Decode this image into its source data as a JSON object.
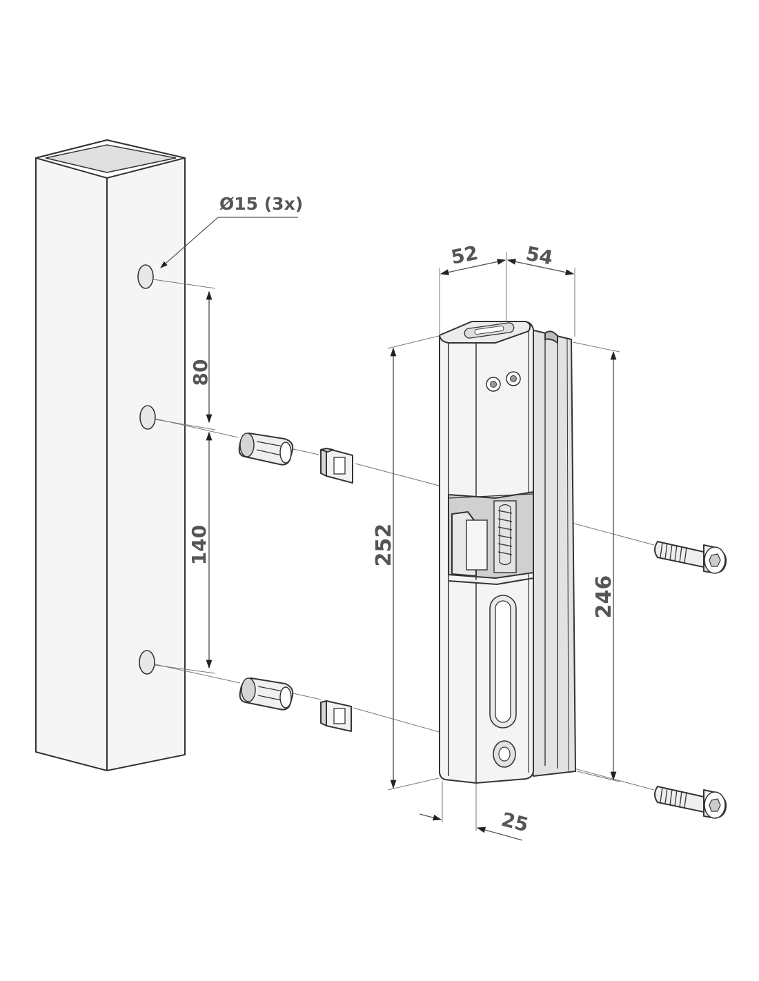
{
  "dimensions": {
    "hole_diameter": "Ø15 (3x)",
    "hole_spacing_upper": "80",
    "hole_spacing_lower": "140",
    "total_height_front": "252",
    "total_height_side": "246",
    "width_front": "52",
    "width_side": "54",
    "plate_depth": "25"
  },
  "colors": {
    "line": "#333333",
    "dimension": "#555555",
    "part_fill": "#f3f3f3",
    "shadow_fill": "#d9d9d9"
  }
}
